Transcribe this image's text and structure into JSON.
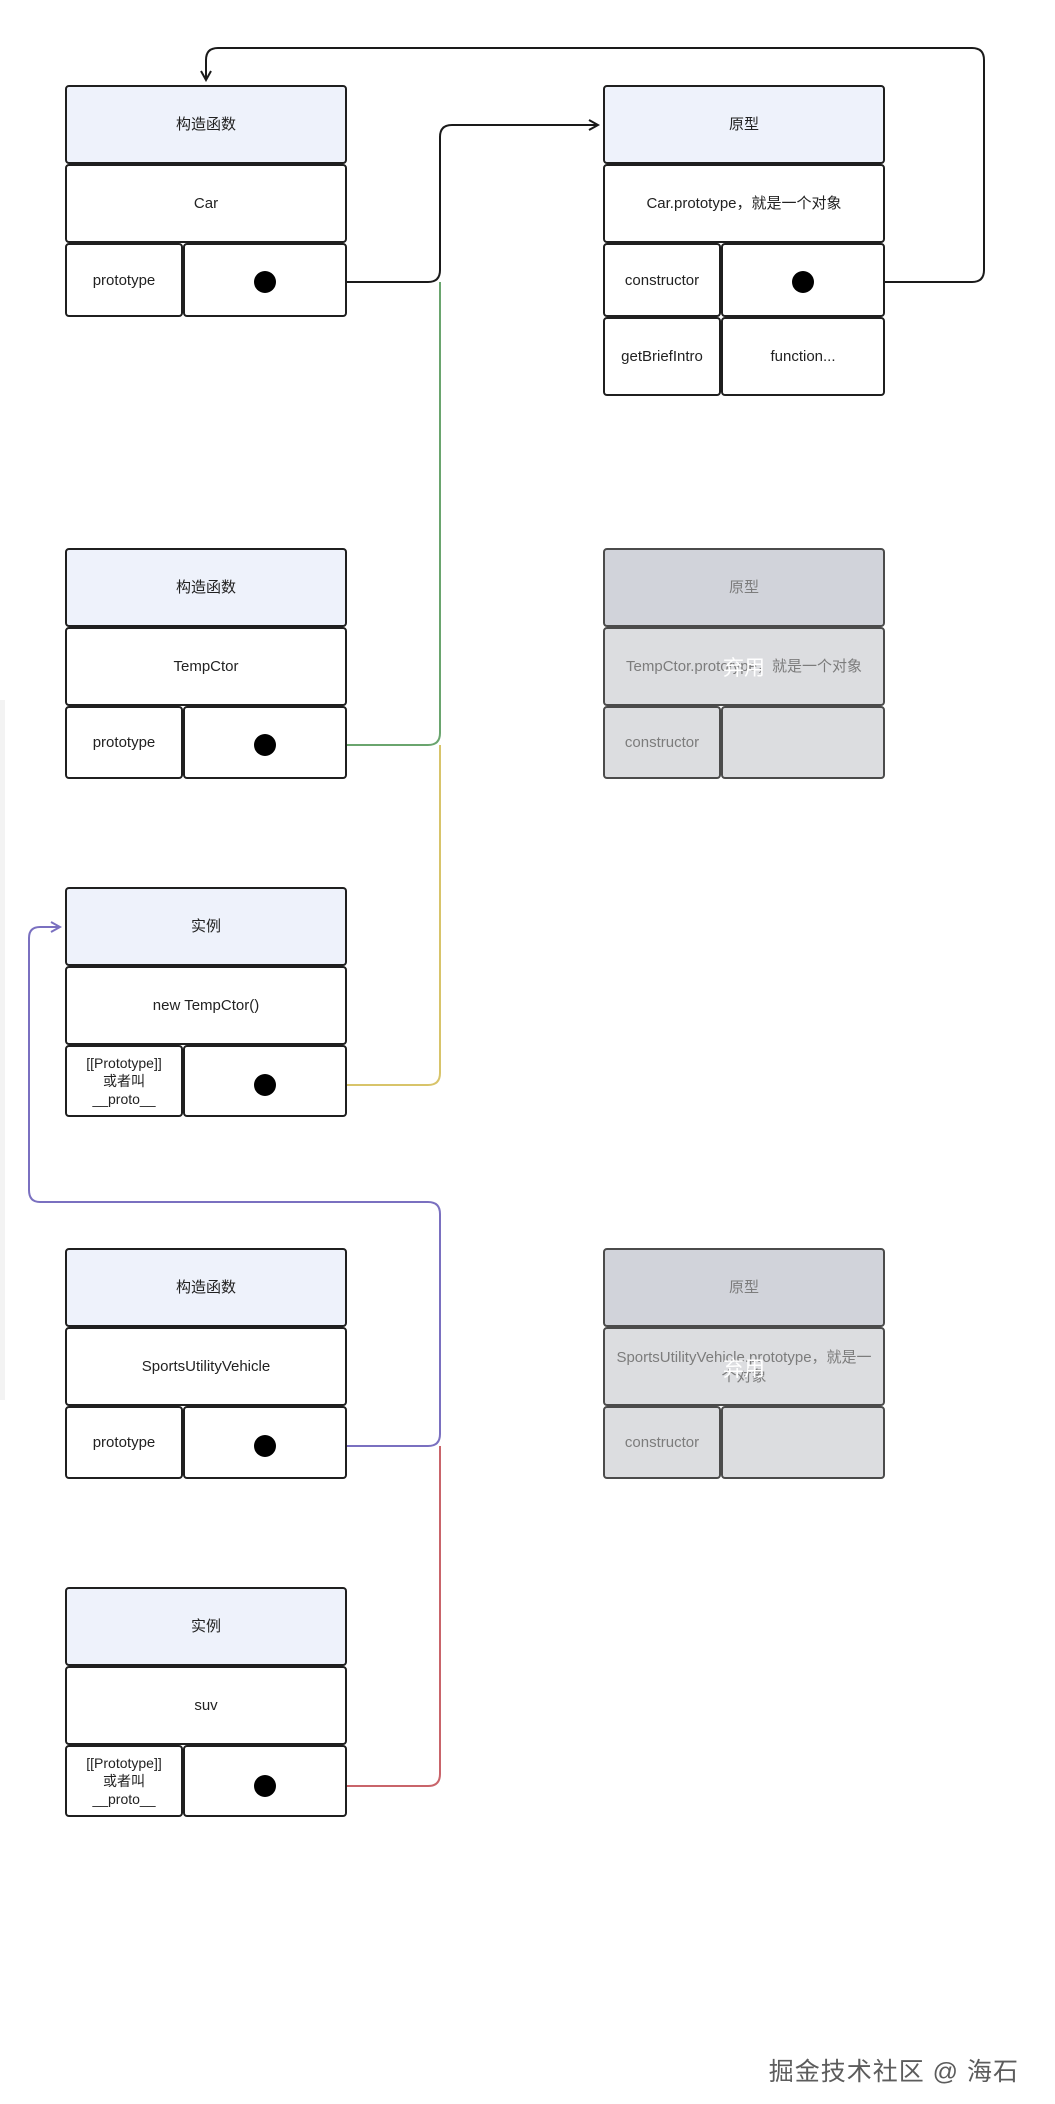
{
  "car": {
    "header": "构造函数",
    "name": "Car",
    "prop": "prototype"
  },
  "car_proto": {
    "header": "原型",
    "name": "Car.prototype，就是一个对象",
    "prop1": "constructor",
    "prop2": "getBriefIntro",
    "val2": "function..."
  },
  "tempctor": {
    "header": "构造函数",
    "name": "TempCtor",
    "prop": "prototype"
  },
  "tempctor_proto": {
    "header": "原型",
    "name": "TempCtor.prototype，就是一个对象",
    "prop": "constructor",
    "overlay": "弃用"
  },
  "temp_instance": {
    "header": "实例",
    "name": "new TempCtor()",
    "prop": "[[Prototype]]\n或者叫\n__proto__"
  },
  "suv_ctor": {
    "header": "构造函数",
    "name": "SportsUtilityVehicle",
    "prop": "prototype"
  },
  "suv_proto": {
    "header": "原型",
    "name": "SportsUtilityVehicle.prototype，就是一个对象",
    "prop": "constructor",
    "overlay": "弃用"
  },
  "suv_instance": {
    "header": "实例",
    "name": "suv",
    "prop": "[[Prototype]]\n或者叫\n__proto__"
  },
  "connector_colors": {
    "black": "#1a1a1a",
    "green": "#6aa56e",
    "yellow": "#d8c46a",
    "purple": "#7a70c0",
    "red": "#c9646a"
  },
  "watermark": "掘金技术社区 @ 海石"
}
